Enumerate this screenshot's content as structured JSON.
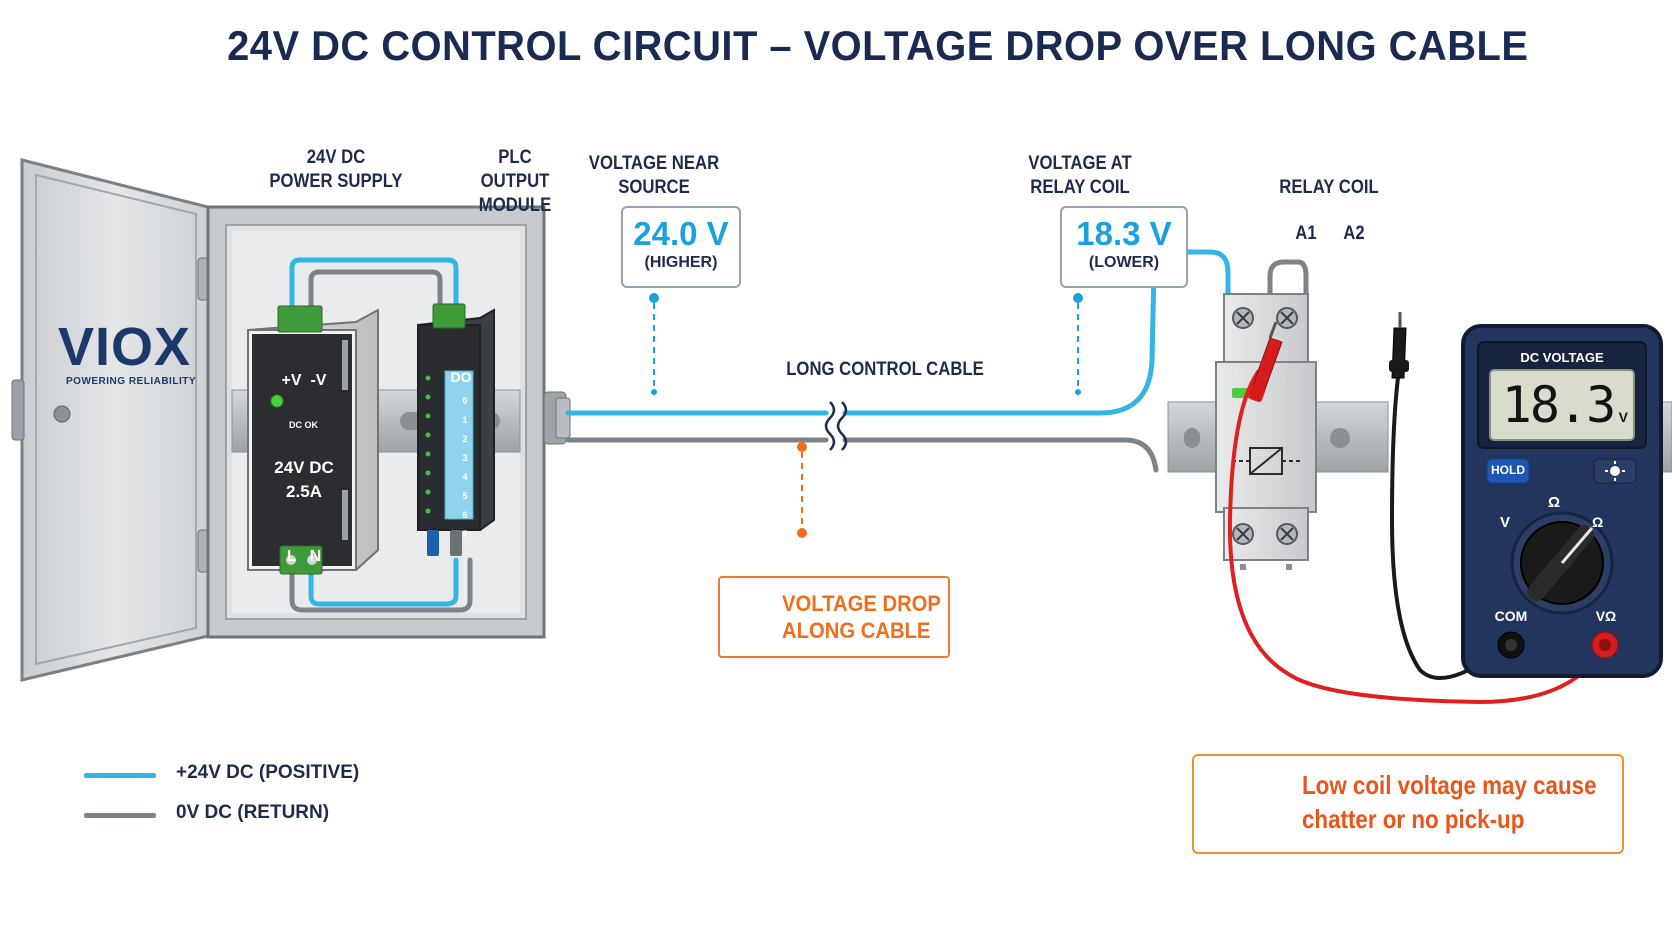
{
  "title": "24V DC CONTROL CIRCUIT – VOLTAGE DROP OVER LONG CABLE",
  "enclosure": {
    "brand": "VIOX",
    "tagline": "POWERING RELIABILITY",
    "psu_label": [
      "24V DC",
      "POWER SUPPLY"
    ],
    "plc_label": [
      "PLC",
      "OUTPUT MODULE"
    ],
    "psu_terminals_top": "+V  -V",
    "psu_led_label": "DC OK",
    "psu_rating": [
      "24V DC",
      "2.5A"
    ],
    "psu_terminals_bottom": "L   N",
    "plc_title": "DO",
    "plc_channels": [
      "0",
      "1",
      "2",
      "3",
      "4",
      "5",
      "6",
      "7"
    ]
  },
  "source_measurement": {
    "label": [
      "VOLTAGE NEAR",
      "SOURCE"
    ],
    "value": "24.0 V",
    "note": "(HIGHER)"
  },
  "relay_measurement": {
    "label": [
      "VOLTAGE AT",
      "RELAY COIL"
    ],
    "value": "18.3 V",
    "note": "(LOWER)"
  },
  "cable_label": "LONG CONTROL CABLE",
  "drop_label": [
    "VOLTAGE DROP",
    "ALONG CABLE"
  ],
  "relay": {
    "label": "RELAY COIL",
    "terminal_a1": "A1",
    "terminal_a2": "A2"
  },
  "multimeter": {
    "mode": "DC VOLTAGE",
    "reading": "18.3",
    "unit": "V",
    "hold": "HOLD",
    "dial_v": "V",
    "dial_ohm": "Ω",
    "port_com": "COM",
    "port_vohm": "VΩ"
  },
  "legend": [
    {
      "label": "+24V DC (POSITIVE)",
      "color": "#33b5e5"
    },
    {
      "label": "0V DC (RETURN)",
      "color": "#7d8388"
    }
  ],
  "warning": [
    "Low coil voltage may cause",
    "chatter or no pick-up"
  ],
  "colors": {
    "positive": "#33b5e5",
    "return": "#7d8388",
    "title": "#1b2a52",
    "accent_orange": "#ef6f1c",
    "probe_red": "#e02020",
    "probe_black": "#1a1a1a",
    "meter_body": "#22355d"
  }
}
